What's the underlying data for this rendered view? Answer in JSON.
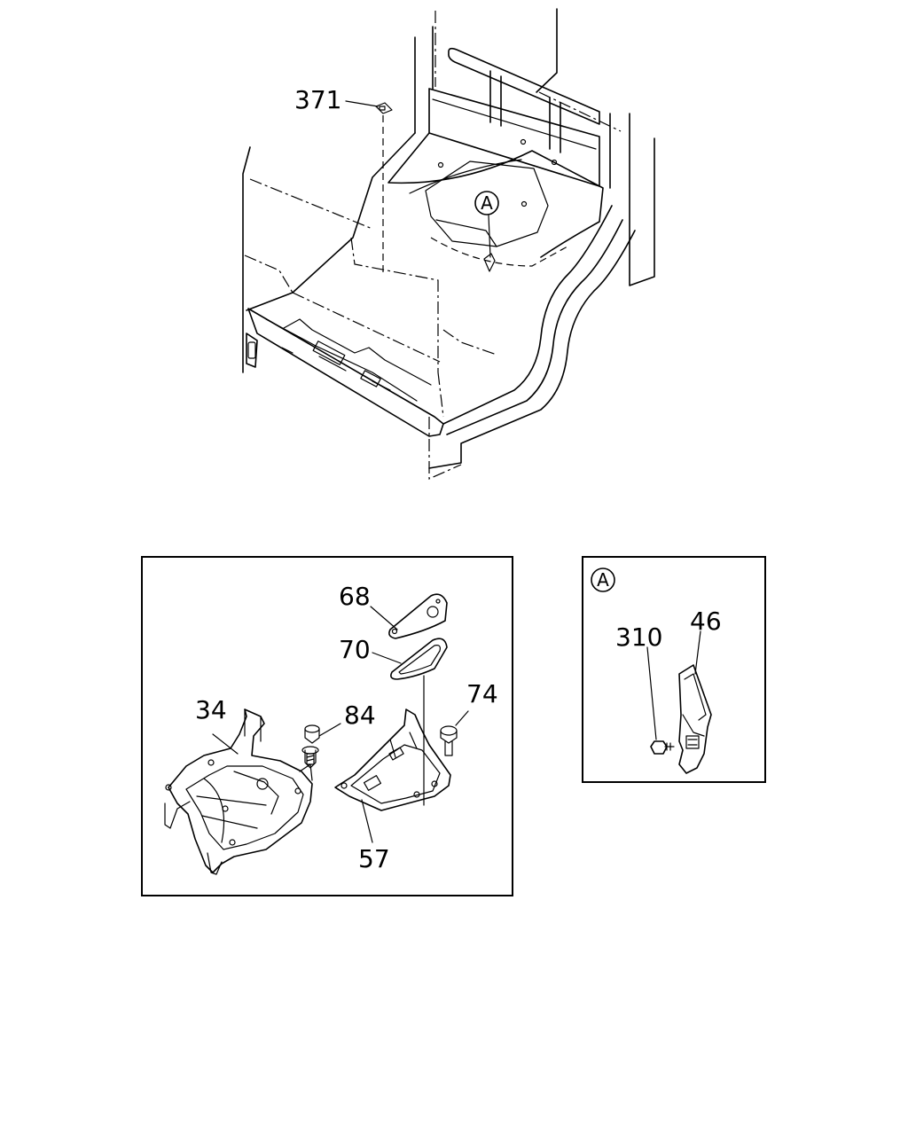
{
  "callouts": {
    "A_main": "A",
    "A_box": "A"
  },
  "labels": {
    "p371": "371",
    "p68": "68",
    "p70": "70",
    "p34": "34",
    "p84": "84",
    "p74": "74",
    "p57": "57",
    "p310": "310",
    "p46": "46"
  }
}
